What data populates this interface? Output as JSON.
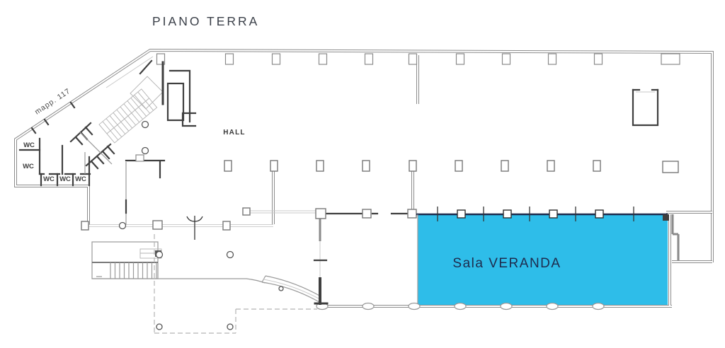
{
  "title": "PIANO TERRA",
  "labels": {
    "parcel": "mapp. 117",
    "hall": "HALL",
    "veranda": "Sala VERANDA",
    "wc_list": [
      "WC",
      "WC",
      "WC",
      "WC",
      "WC"
    ]
  },
  "colors": {
    "veranda_fill": "#2ebde9",
    "veranda_border": "#1e2b4d",
    "veranda_text": "#1e2b4d",
    "title_text": "#3a3f48",
    "wall_dark": "#3f3f3f",
    "wall_grey": "#8c8c8c",
    "line_light": "#c9c9c9"
  }
}
